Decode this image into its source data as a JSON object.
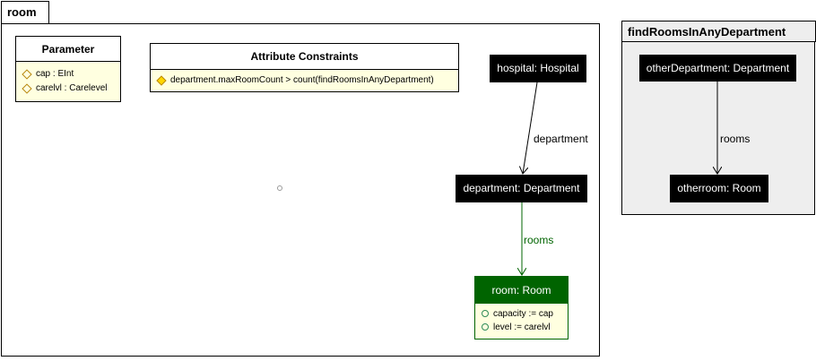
{
  "packages": {
    "room": {
      "title": "room",
      "parameter": {
        "header": "Parameter",
        "items": [
          "cap : EInt",
          "carelvl : Carelevel"
        ]
      },
      "attribute_constraints": {
        "header": "Attribute Constraints",
        "items": [
          "department.maxRoomCount > count(findRoomsInAnyDepartment)"
        ]
      },
      "nodes": {
        "hospital": "hospital: Hospital",
        "department": "department: Department",
        "room": {
          "label": "room: Room",
          "attributes": [
            "capacity := cap",
            "level := carelvl"
          ]
        }
      },
      "edges": {
        "hospital_department": "department",
        "department_room": "rooms"
      }
    },
    "find": {
      "title": "findRoomsInAnyDepartment",
      "nodes": {
        "other_department": "otherDepartment: Department",
        "other_room": "otherroom: Room"
      },
      "edges": {
        "rooms": "rooms"
      }
    }
  },
  "colors": {
    "created": "#006400",
    "context_node": "#000000",
    "note_fill": "#ffffe0",
    "package_fill": "#eeeeee"
  }
}
